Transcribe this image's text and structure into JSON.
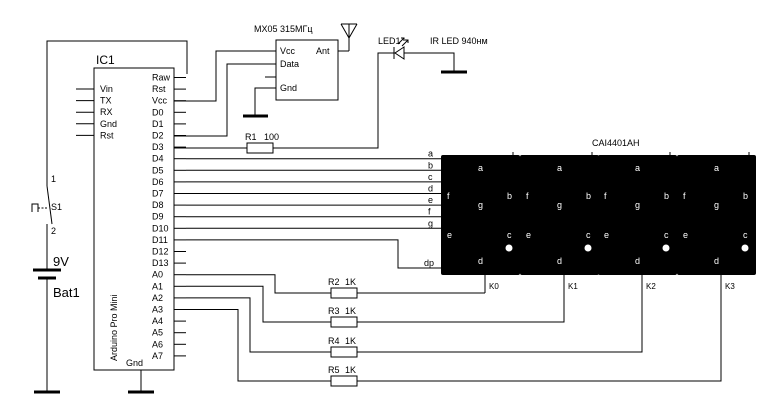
{
  "ic1": {
    "ref": "IC1",
    "name": "Arduino Pro Mini",
    "left_pins": [
      "Vin",
      "TX",
      "RX",
      "Gnd",
      "Rst"
    ],
    "right_pins": [
      "Raw",
      "Rst",
      "Vcc",
      "D0",
      "D1",
      "D2",
      "D3",
      "D4",
      "D5",
      "D6",
      "D7",
      "D8",
      "D9",
      "D10",
      "D11",
      "D12",
      "D13",
      "A0",
      "A1",
      "A2",
      "A3",
      "A4",
      "A5",
      "A6",
      "A7"
    ],
    "bottom_pin": "Gnd"
  },
  "rf_module": {
    "title": "MX05 315МГц",
    "pins": [
      "Vcc",
      "Data",
      "Gnd"
    ],
    "ant_pin": "Ant"
  },
  "led": {
    "ref": "LED1",
    "value": "IR LED 940нм"
  },
  "r1": {
    "ref": "R1",
    "value": "100"
  },
  "digit_resistors": [
    {
      "ref": "R2",
      "value": "1K"
    },
    {
      "ref": "R3",
      "value": "1K"
    },
    {
      "ref": "R4",
      "value": "1K"
    },
    {
      "ref": "R5",
      "value": "1K"
    }
  ],
  "switch": {
    "ref": "S1",
    "pin1": "1",
    "pin2": "2"
  },
  "battery": {
    "voltage": "9V",
    "ref": "Bat1"
  },
  "display": {
    "part": "CAI4401AH",
    "bus_labels": [
      "a",
      "b",
      "c",
      "d",
      "e",
      "f",
      "g",
      "dp"
    ],
    "segment_labels": [
      "a",
      "b",
      "c",
      "d",
      "e",
      "f",
      "g"
    ],
    "cathodes": [
      "K0",
      "K1",
      "K2",
      "K3"
    ]
  }
}
